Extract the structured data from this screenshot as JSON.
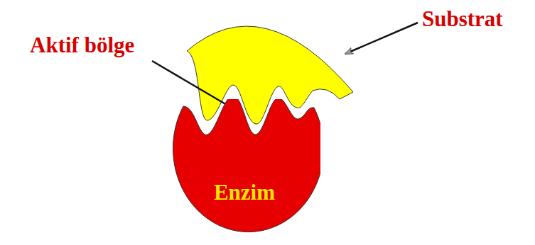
{
  "diagram": {
    "nodes": [
      {
        "text": [
          "Enzim"
        ]
      }
    ],
    "labels": [
      "Substrat",
      "Aktif bölge"
    ]
  }
}
